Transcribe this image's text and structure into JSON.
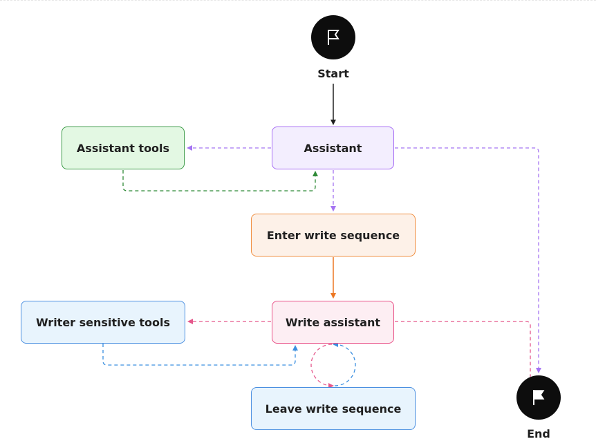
{
  "nodes": {
    "start": "Start",
    "end": "End",
    "assistant": "Assistant",
    "assistant_tools": "Assistant tools",
    "enter_write_sequence": "Enter write sequence",
    "write_assistant": "Write assistant",
    "writer_sensitive_tools": "Writer sensitive tools",
    "leave_write_sequence": "Leave write sequence"
  },
  "colors": {
    "purple": "#a66cf4",
    "purple_fill": "#f3eefe",
    "green": "#3a9a46",
    "green_fill": "#e3f8e3",
    "orange": "#f08d3e",
    "orange_fill": "#fdf1e8",
    "pink": "#e84f86",
    "pink_fill": "#fdeef3",
    "blue": "#4a8fe0",
    "blue_fill": "#e8f4fd",
    "black": "#0d0d0d",
    "solid_line": "#1f1f1f",
    "green_edge": "#2f8a37",
    "orange_edge": "#ec7621",
    "pink_edge": "#e5578b",
    "blue_edge": "#3a8fe0",
    "purple_edge": "#a574f2"
  },
  "icons": {
    "start": "flag-outline-icon",
    "end": "flag-filled-icon"
  }
}
